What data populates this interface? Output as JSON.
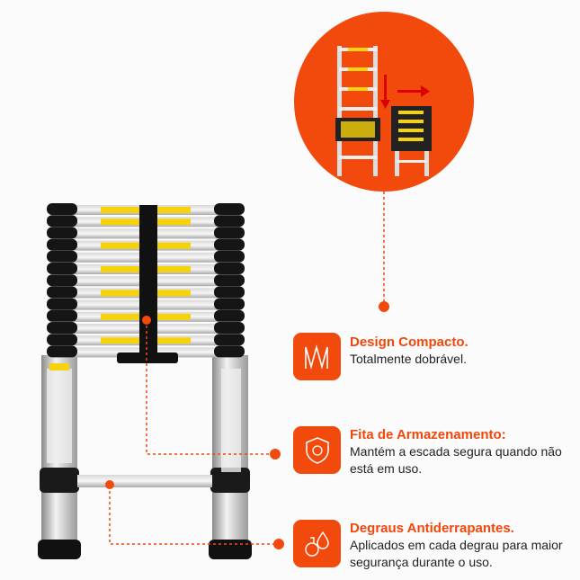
{
  "accent_color": "#f24a0d",
  "features": [
    {
      "icon": "zigzag-compact-icon",
      "title": "Design Compacto.",
      "description": "Totalmente dobrável."
    },
    {
      "icon": "shield-icon",
      "title": "Fita de Armazenamento:",
      "description": "Mantém a escada segura quando não está em uso."
    },
    {
      "icon": "anti-slip-drops-icon",
      "title": "Degraus Antiderrapantes.",
      "description": "Aplicados em cada degrau para maior segurança durante o uso."
    }
  ]
}
